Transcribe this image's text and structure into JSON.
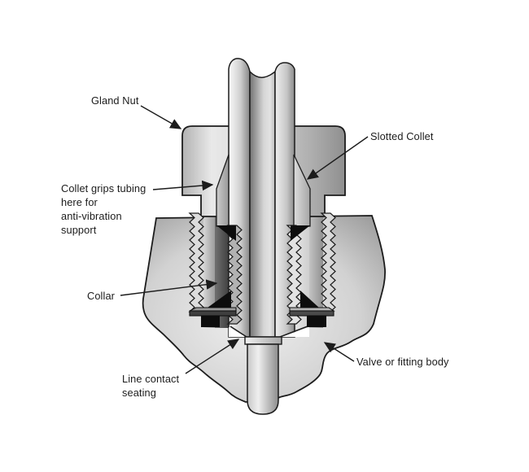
{
  "diagram": {
    "background": "#ffffff",
    "line_color": "#1c1c1c",
    "colors": {
      "metal_light": "#f2f2f2",
      "metal_mid": "#c4c4c4",
      "metal_dark": "#8c8c8c",
      "collar_black": "#0d0d0d"
    },
    "labels": {
      "gland_nut": "Gland Nut",
      "slotted_collet": "Slotted Collet",
      "collet_grips": {
        "lines": [
          "Collet grips tubing",
          "here for",
          "anti-vibration",
          "support"
        ]
      },
      "collar": "Collar",
      "line_contact": {
        "lines": [
          "Line contact",
          "seating"
        ]
      },
      "valve_body": "Valve or fitting body"
    }
  }
}
